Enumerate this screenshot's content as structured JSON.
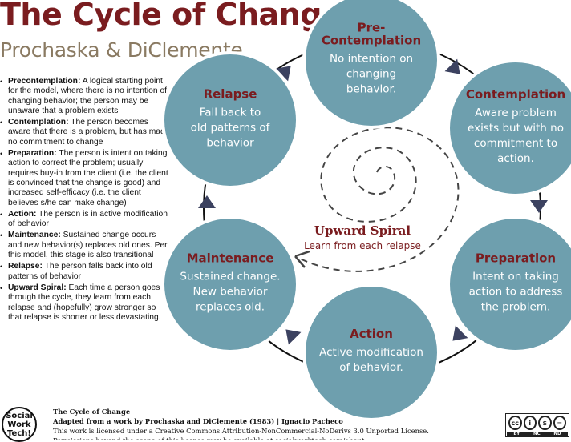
{
  "header": {
    "title": "The Cycle of Change",
    "subtitle": "Prochaska & DiClemente"
  },
  "definitions": [
    {
      "term": "Precontemplation:",
      "text": " A logical starting point for the model, where there is no intention of changing behavior; the person may be unaware that a problem exists"
    },
    {
      "term": "Contemplation:",
      "text": " The person becomes aware that there is a problem, but has made no commitment to change"
    },
    {
      "term": "Preparation:",
      "text": " The person is intent on taking action to correct the problem; usually requires buy-in from the client (i.e. the client is convinced that the change is good) and increased self-efficacy (i.e. the client believes s/he can make change)"
    },
    {
      "term": "Action:",
      "text": " The person is in active modification of behavior"
    },
    {
      "term": "Maintenance:",
      "text": " Sustained change occurs and new behavior(s) replaces old ones. Per this model, this stage is also transitional"
    },
    {
      "term": "Relapse:",
      "text": " The person falls back into old patterns of behavior"
    },
    {
      "term": "Upward Spiral:",
      "text": " Each time a person goes through the cycle, they learn from each relapse and (hopefully) grow stronger so that relapse is shorter or less devastating."
    }
  ],
  "stages": [
    {
      "title": [
        "Pre-",
        "Contemplation"
      ],
      "desc": [
        "No intention on",
        "changing",
        "behavior."
      ]
    },
    {
      "title": [
        "Contemplation"
      ],
      "desc": [
        "Aware problem",
        "exists but with no",
        "commitment to",
        "action."
      ]
    },
    {
      "title": [
        "Preparation"
      ],
      "desc": [
        "Intent on taking",
        "action to address",
        "the problem."
      ]
    },
    {
      "title": [
        "Action"
      ],
      "desc": [
        "Active modification",
        "of behavior."
      ]
    },
    {
      "title": [
        "Maintenance"
      ],
      "desc": [
        "Sustained change.",
        "New behavior",
        "replaces old."
      ]
    },
    {
      "title": [
        "Relapse"
      ],
      "desc": [
        "Fall back to",
        "old patterns of",
        "behavior"
      ]
    }
  ],
  "spiral": {
    "title": "Upward Spiral",
    "subtitle": "Learn from each relapse"
  },
  "footer": {
    "title": "The Cycle of Change",
    "credit": "Adapted from a work by Prochaska and DiClemente (1983) | Ignacio Pacheco",
    "license": "This work is licensed under a Creative Commons Attribution-NonCommercial-NoDerivs 3.0 Unported License.",
    "note": "Permissions beyond the scope of this license may be available at socialworktech.com/about"
  },
  "logo": {
    "lines": [
      "Social",
      "Work",
      "Tech!"
    ]
  },
  "license_badge": {
    "labels": [
      "BY",
      "NC",
      "ND"
    ]
  },
  "colors": {
    "circle_fill": "#6e9fae",
    "circle_stroke": "#ffffff",
    "title_red": "#7a1c1f",
    "subtitle_tan": "#8a7a62",
    "cycle_line": "#111111",
    "arrow": "#3c4260"
  }
}
